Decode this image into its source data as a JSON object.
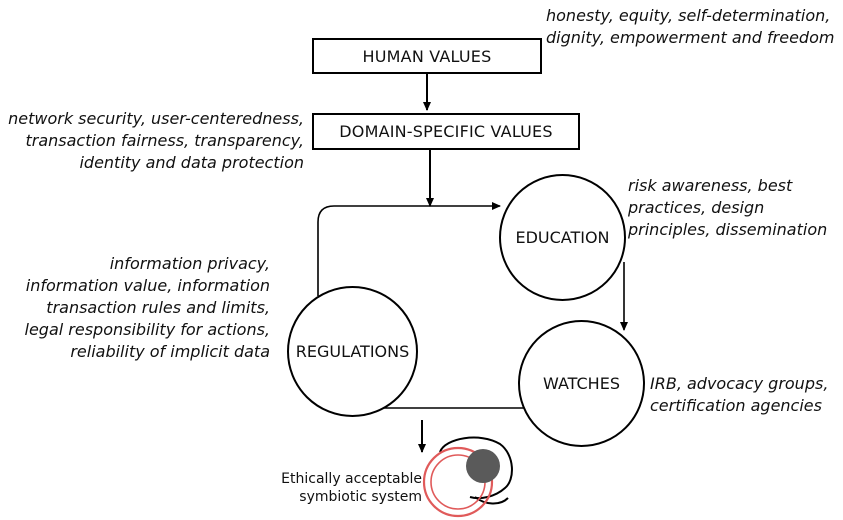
{
  "boxes": {
    "human_values": "HUMAN VALUES",
    "domain_values": "DOMAIN-SPECIFIC VALUES"
  },
  "nodes": {
    "education": "EDUCATION",
    "watches": "WATCHES",
    "regulations": "REGULATIONS"
  },
  "notes": {
    "human_values": [
      "honesty, equity, self-determination,",
      "dignity, empowerment and freedom"
    ],
    "domain_values": [
      "network security, user-centeredness,",
      "transaction fairness, transparency,",
      "identity and data protection"
    ],
    "education": [
      "risk awareness, best",
      "practices, design",
      "principles, dissemination"
    ],
    "regulations": [
      "information privacy,",
      "information value, information",
      "transaction rules and limits,",
      "legal responsibility for actions,",
      "reliability of implicit data"
    ],
    "watches": [
      "IRB, advocacy groups,",
      "certification agencies"
    ]
  },
  "outcome": {
    "line1": "Ethically acceptable",
    "line2": "symbiotic system"
  },
  "colors": {
    "outline": "#000000",
    "ring": "#e05a5a",
    "dot": "#5a5a5a"
  }
}
